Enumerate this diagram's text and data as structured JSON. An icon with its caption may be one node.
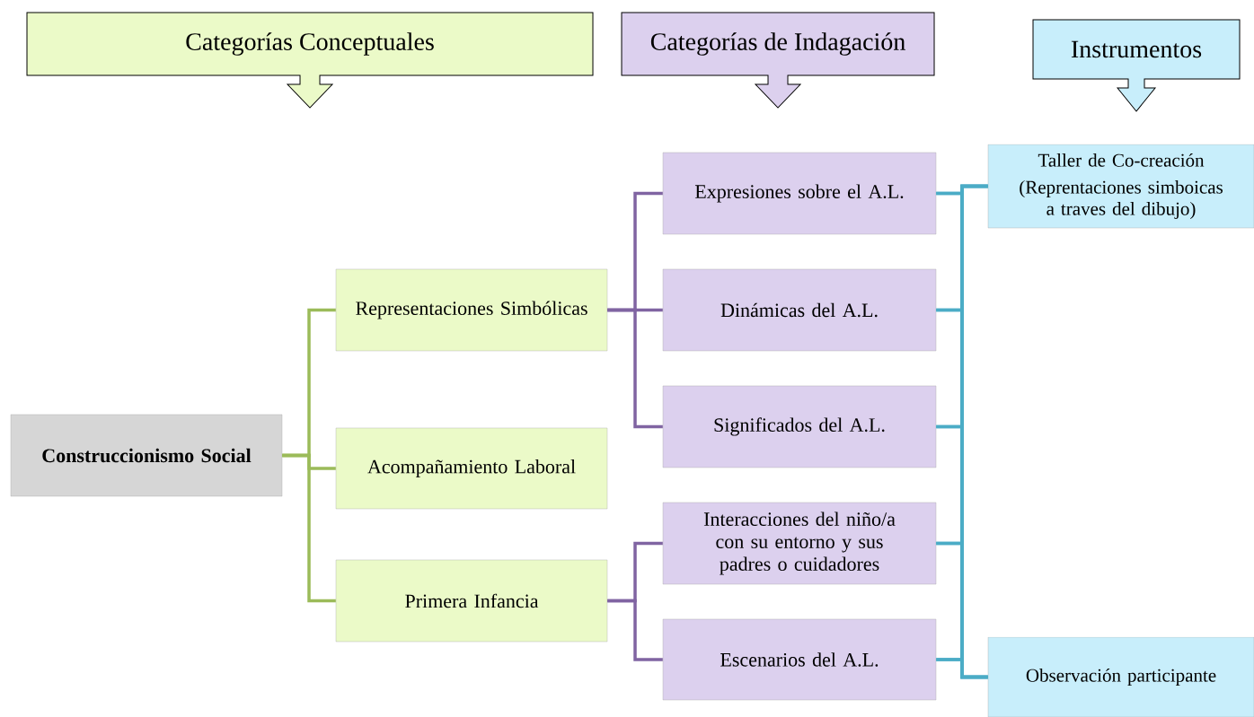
{
  "diagram": {
    "nodes": [
      {
        "text": [
          "Categorías Conceptuales"
        ]
      },
      {
        "text": [
          "Categorías de Indagación"
        ]
      },
      {
        "text": [
          "Instrumentos"
        ]
      },
      {
        "text": [
          "**Construccionismo Social**"
        ]
      },
      {
        "text": [
          "Representaciones Simbólicas"
        ]
      },
      {
        "text": [
          "Acompañamiento Laboral"
        ]
      },
      {
        "text": [
          "Primera Infancia"
        ]
      },
      {
        "text": [
          "Expresiones sobre el A.L."
        ]
      },
      {
        "text": [
          "Dinámicas del A.L."
        ]
      },
      {
        "text": [
          "Significados del A.L."
        ]
      },
      {
        "text": [
          "Interacciones del niño/a con su entorno y sus padres o cuidadores"
        ]
      },
      {
        "text": [
          "Escenarios del A.L."
        ]
      },
      {
        "text": [
          "Taller de Co-creación",
          "(Reprentaciones simboicas a traves del dibujo)"
        ]
      },
      {
        "text": [
          "Observación participante"
        ]
      }
    ],
    "edges": [
      {
        "from": 3,
        "to": 4,
        "arrow": "none",
        "color": "#9bbb59"
      },
      {
        "from": 3,
        "to": 5,
        "arrow": "none",
        "color": "#9bbb59"
      },
      {
        "from": 3,
        "to": 6,
        "arrow": "none",
        "color": "#9bbb59"
      },
      {
        "from": 4,
        "to": 7,
        "arrow": "none",
        "color": "#8064a2"
      },
      {
        "from": 4,
        "to": 8,
        "arrow": "none",
        "color": "#8064a2"
      },
      {
        "from": 4,
        "to": 9,
        "arrow": "none",
        "color": "#8064a2"
      },
      {
        "from": 6,
        "to": 10,
        "arrow": "none",
        "color": "#8064a2"
      },
      {
        "from": 6,
        "to": 11,
        "arrow": "none",
        "color": "#8064a2"
      },
      {
        "from": 7,
        "to": 12,
        "arrow": "none"
      },
      {
        "from": 8,
        "to": 12,
        "arrow": "none"
      },
      {
        "from": 9,
        "to": 12,
        "arrow": "none"
      },
      {
        "from": 10,
        "to": 12,
        "arrow": "none"
      },
      {
        "from": 11,
        "to": 12,
        "arrow": "none"
      },
      {
        "from": 7,
        "to": 13,
        "arrow": "none"
      },
      {
        "from": 8,
        "to": 13,
        "arrow": "none"
      },
      {
        "from": 9,
        "to": 13,
        "arrow": "none"
      },
      {
        "from": 10,
        "to": 13,
        "arrow": "none"
      },
      {
        "from": 11,
        "to": 13,
        "arrow": "none"
      }
    ]
  }
}
